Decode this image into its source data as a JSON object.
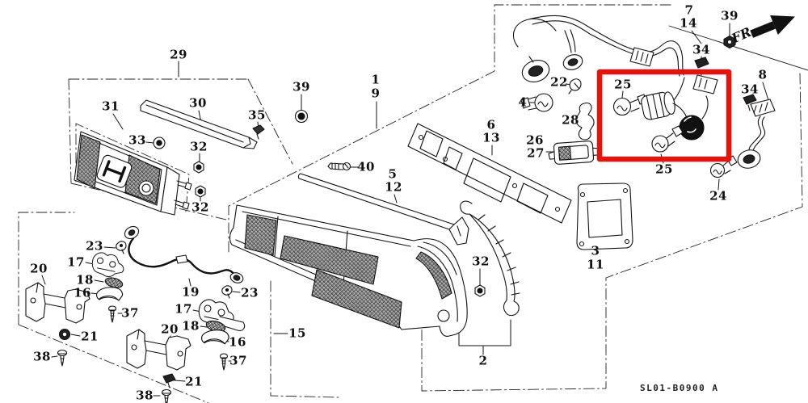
{
  "diagram": {
    "code": "SL01-B0900 A",
    "fr_label": "FR.",
    "highlight_color": "#e8120c",
    "line_color": "#111111",
    "background_color": "#ffffff"
  },
  "callouts": [
    {
      "text": "29"
    },
    {
      "text": "31"
    },
    {
      "text": "30"
    },
    {
      "text": "33"
    },
    {
      "text": "35"
    },
    {
      "text": "32"
    },
    {
      "text": "32"
    },
    {
      "text": "39"
    },
    {
      "text": "1"
    },
    {
      "text": "9"
    },
    {
      "text": "40"
    },
    {
      "text": "5"
    },
    {
      "text": "12"
    },
    {
      "text": "6"
    },
    {
      "text": "13"
    },
    {
      "text": "26"
    },
    {
      "text": "27"
    },
    {
      "text": "28"
    },
    {
      "text": "22"
    },
    {
      "text": "4"
    },
    {
      "text": "7"
    },
    {
      "text": "14"
    },
    {
      "text": "34"
    },
    {
      "text": "39"
    },
    {
      "text": "25"
    },
    {
      "text": "25"
    },
    {
      "text": "8"
    },
    {
      "text": "34"
    },
    {
      "text": "24"
    },
    {
      "text": "3"
    },
    {
      "text": "11"
    },
    {
      "text": "32"
    },
    {
      "text": "2"
    },
    {
      "text": "20"
    },
    {
      "text": "23"
    },
    {
      "text": "17"
    },
    {
      "text": "18"
    },
    {
      "text": "16"
    },
    {
      "text": "37"
    },
    {
      "text": "21"
    },
    {
      "text": "38"
    },
    {
      "text": "20"
    },
    {
      "text": "19"
    },
    {
      "text": "23"
    },
    {
      "text": "17"
    },
    {
      "text": "18"
    },
    {
      "text": "16"
    },
    {
      "text": "37"
    },
    {
      "text": "21"
    },
    {
      "text": "38"
    },
    {
      "text": "15"
    }
  ]
}
